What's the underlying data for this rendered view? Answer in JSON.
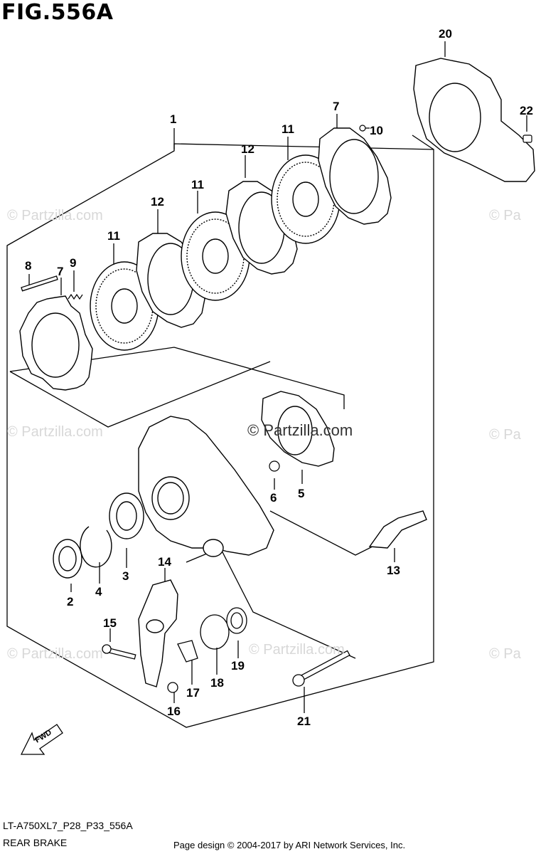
{
  "figure": {
    "title": "FIG.556A",
    "model_code": "LT-A750XL7_P28_P33_556A",
    "section_name": "REAR BRAKE",
    "copyright": "Page design © 2004-2017 by ARI Network Services, Inc.",
    "watermark_main": "© Partzilla.com",
    "watermark_faint": "© Partzilla.com",
    "watermark_faint_right": "© Pa",
    "fwd_label": "FWD"
  },
  "part_labels": [
    {
      "id": "p1",
      "text": "1"
    },
    {
      "id": "p2",
      "text": "2"
    },
    {
      "id": "p3",
      "text": "3"
    },
    {
      "id": "p4",
      "text": "4"
    },
    {
      "id": "p5",
      "text": "5"
    },
    {
      "id": "p6",
      "text": "6"
    },
    {
      "id": "p7a",
      "text": "7"
    },
    {
      "id": "p7b",
      "text": "7"
    },
    {
      "id": "p8",
      "text": "8"
    },
    {
      "id": "p9",
      "text": "9"
    },
    {
      "id": "p10",
      "text": "10"
    },
    {
      "id": "p11a",
      "text": "11"
    },
    {
      "id": "p11b",
      "text": "11"
    },
    {
      "id": "p11c",
      "text": "11"
    },
    {
      "id": "p12a",
      "text": "12"
    },
    {
      "id": "p12b",
      "text": "12"
    },
    {
      "id": "p13",
      "text": "13"
    },
    {
      "id": "p14",
      "text": "14"
    },
    {
      "id": "p15",
      "text": "15"
    },
    {
      "id": "p16",
      "text": "16"
    },
    {
      "id": "p17",
      "text": "17"
    },
    {
      "id": "p18",
      "text": "18"
    },
    {
      "id": "p19",
      "text": "19"
    },
    {
      "id": "p20",
      "text": "20"
    },
    {
      "id": "p21",
      "text": "21"
    },
    {
      "id": "p22",
      "text": "22"
    }
  ]
}
